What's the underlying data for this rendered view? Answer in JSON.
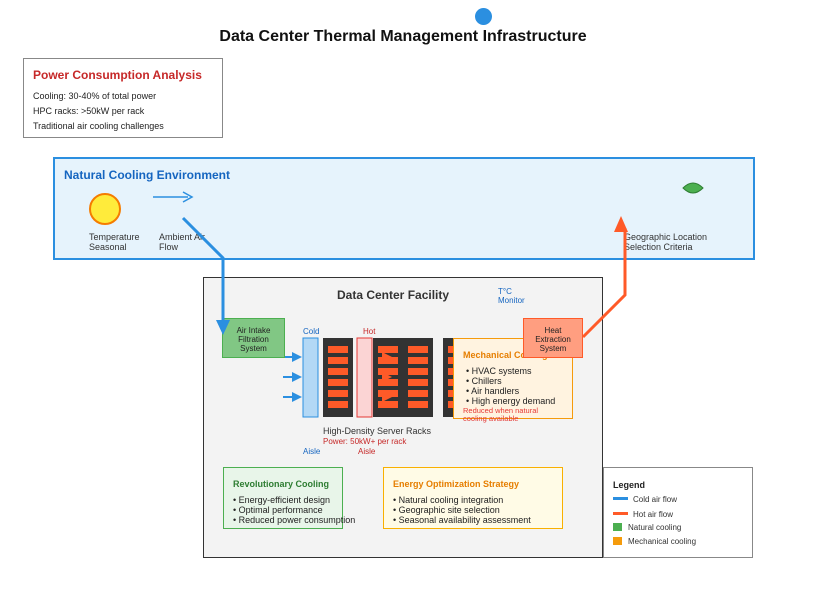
{
  "title": "Data Center Thermal Management Infrastructure",
  "power": {
    "heading": "Power Consumption Analysis",
    "lines": [
      "Cooling: 30-40% of total power",
      "HPC racks: >50kW per rack",
      "Traditional air cooling challenges"
    ]
  },
  "natural": {
    "heading": "Natural Cooling Environment",
    "temperature_label": [
      "Temperature",
      "Seasonal"
    ],
    "ambient_label": [
      "Ambient Air",
      "Flow"
    ],
    "geo_label": [
      "Geographic Location",
      "Selection Criteria"
    ]
  },
  "facility": {
    "heading": "Data Center Facility",
    "monitor_label": [
      "T°C",
      "Monitor"
    ],
    "intake_label": [
      "Air Intake",
      "Filtration",
      "System"
    ],
    "cold_label": "Cold",
    "hot_label": "Hot",
    "cold_aisle_label": "Aisle",
    "hot_aisle_label": "Aisle",
    "racks_label": "High-Density Server Racks",
    "racks_power": "Power: 50kW+ per rack",
    "heat_label": [
      "Heat",
      "Extraction",
      "System"
    ]
  },
  "mechanical": {
    "heading": "Mechanical Cooling",
    "items": [
      "• HVAC systems",
      "• Chillers",
      "• Air handlers",
      "• High energy demand"
    ],
    "note": [
      "Reduced when natural",
      "cooling available"
    ]
  },
  "revolutionary": {
    "heading": "Revolutionary Cooling",
    "items": [
      "• Energy-efficient design",
      "• Optimal performance",
      "• Reduced power consumption"
    ]
  },
  "energy": {
    "heading": "Energy Optimization Strategy",
    "items": [
      "• Natural cooling integration",
      "• Geographic site selection",
      "• Seasonal availability assessment"
    ]
  },
  "legend": {
    "heading": "Legend",
    "items": [
      "Cold air flow",
      "Hot air flow",
      "Natural cooling",
      "Mechanical cooling"
    ]
  },
  "colors": {
    "cold": "#2b8fe0",
    "hot": "#ff5a28",
    "natural": "#4caf50",
    "mechanical": "#f59b0c",
    "power_red": "#c62828",
    "natural_blue": "#1565c0"
  }
}
